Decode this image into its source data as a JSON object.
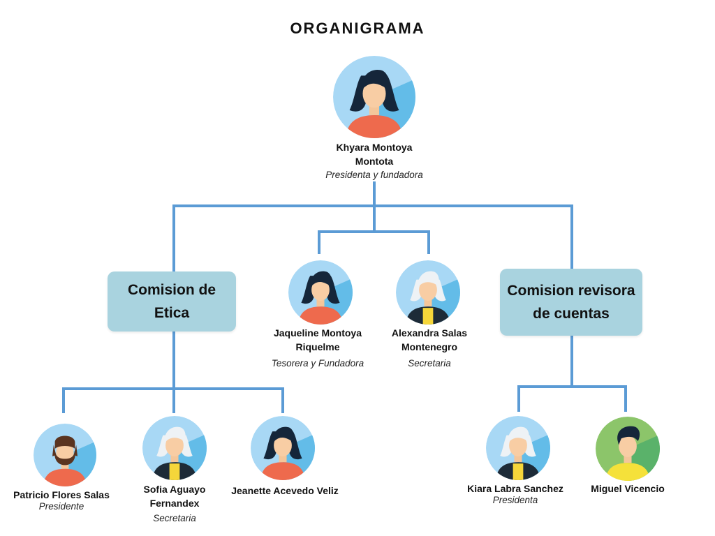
{
  "title": "ORGANIGRAMA",
  "colors": {
    "connector": "#5b9bd5",
    "committee_box": "#a9d3df"
  },
  "root": {
    "name_line1": "Khyara Montoya",
    "name_line2": "Montota",
    "role": "Presidenta y fundadora",
    "avatar": "woman-dark-hair"
  },
  "treasurer": {
    "name_line1": "Jaqueline Montoya",
    "name_line2": "Riquelme",
    "role": "Tesorera y Fundadora",
    "avatar": "woman-dark-hair"
  },
  "secretary": {
    "name_line1": "Alexandra Salas",
    "name_line2": "Montenegro",
    "role": "Secretaria",
    "avatar": "woman-white-hair"
  },
  "ethics": {
    "label_line1": "Comision de",
    "label_line2": "Etica",
    "members": [
      {
        "name_line1": "Patricio Flores Salas",
        "role": "Presidente",
        "avatar": "man-beard"
      },
      {
        "name_line1": "Sofia Aguayo",
        "name_line2": "Fernandex",
        "role": "Secretaria",
        "avatar": "woman-white-hair"
      },
      {
        "name_line1": "Jeanette Acevedo Veliz",
        "avatar": "woman-dark-hair"
      }
    ]
  },
  "audit": {
    "label_line1": "Comision revisora",
    "label_line2": "de cuentas",
    "members": [
      {
        "name_line1": "Kiara Labra Sanchez",
        "role": "Presidenta",
        "avatar": "woman-white-hair"
      },
      {
        "name_line1": "Miguel Vicencio",
        "avatar": "man-young"
      }
    ]
  }
}
